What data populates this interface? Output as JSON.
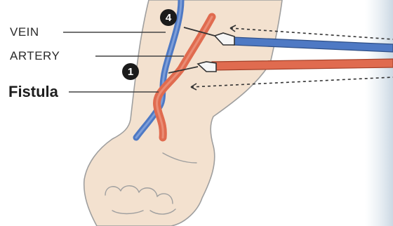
{
  "labels": {
    "vein": "VEIN",
    "artery": "ARTERY",
    "fistula": "Fistula"
  },
  "markers": {
    "venous": "4",
    "arterial": "1"
  },
  "colors": {
    "skin": "#f3e1cf",
    "skin_outline": "#9f9f9f",
    "vein": "#4e79c4",
    "artery": "#e06b4f",
    "marker_fill": "#1b1b1b",
    "label_text": "#2a2a2a",
    "needle_white": "#f6f6f6"
  }
}
